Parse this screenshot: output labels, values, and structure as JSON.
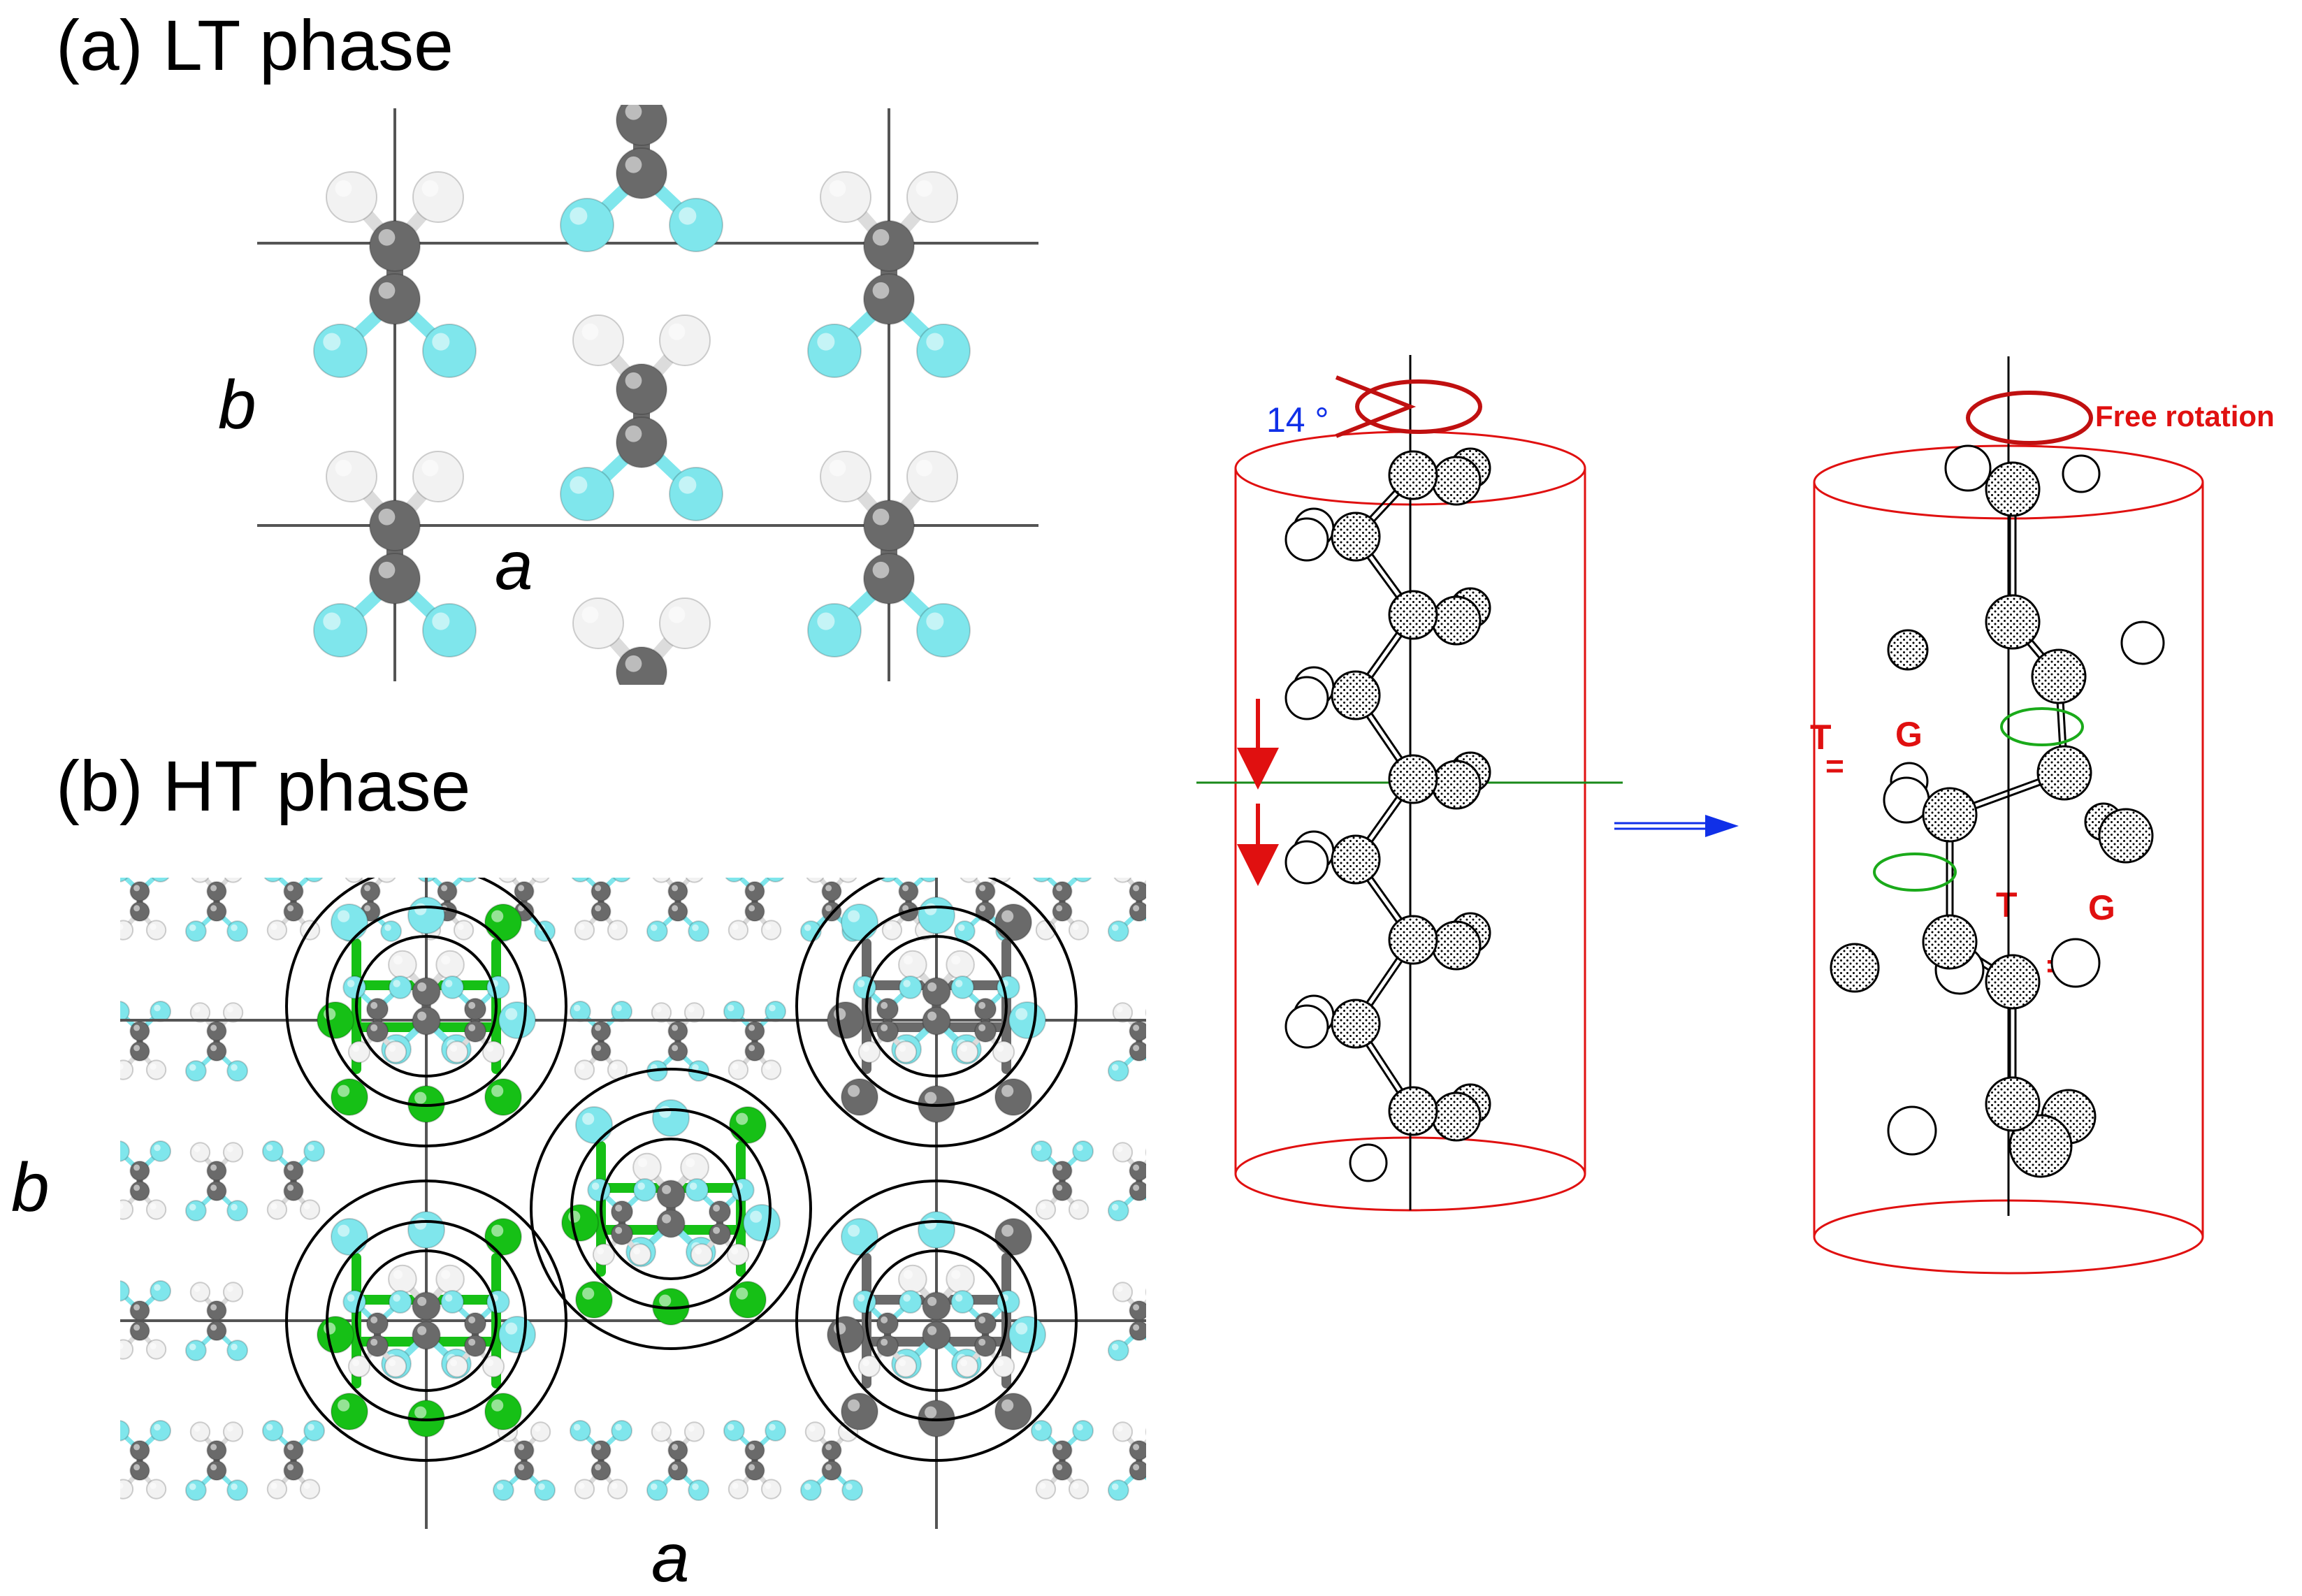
{
  "panel_a": {
    "title": "(a) LT phase",
    "axis_b": "b",
    "axis_a": "a"
  },
  "panel_b": {
    "title": "(b) HT phase",
    "axis_b": "b",
    "axis_a": "a"
  },
  "chain_lt": {
    "angle_label": "14 °"
  },
  "chain_ht": {
    "rotation_label": "Free rotation",
    "conformations": [
      {
        "left": "T",
        "sep": "=",
        "right": "G"
      },
      {
        "left": "T",
        "sep": "=",
        "right": "G"
      }
    ]
  },
  "colors": {
    "carbon": "#6a6a6a",
    "fluorine": "#7fe6ec",
    "hydrogen": "#f2f2f2",
    "ht_highlight": "#16c016",
    "cylinder": "#e01010",
    "mirror_plane": "#1a8a1a",
    "transition_arrow": "#1030e8",
    "angle_text": "#1030e8"
  }
}
